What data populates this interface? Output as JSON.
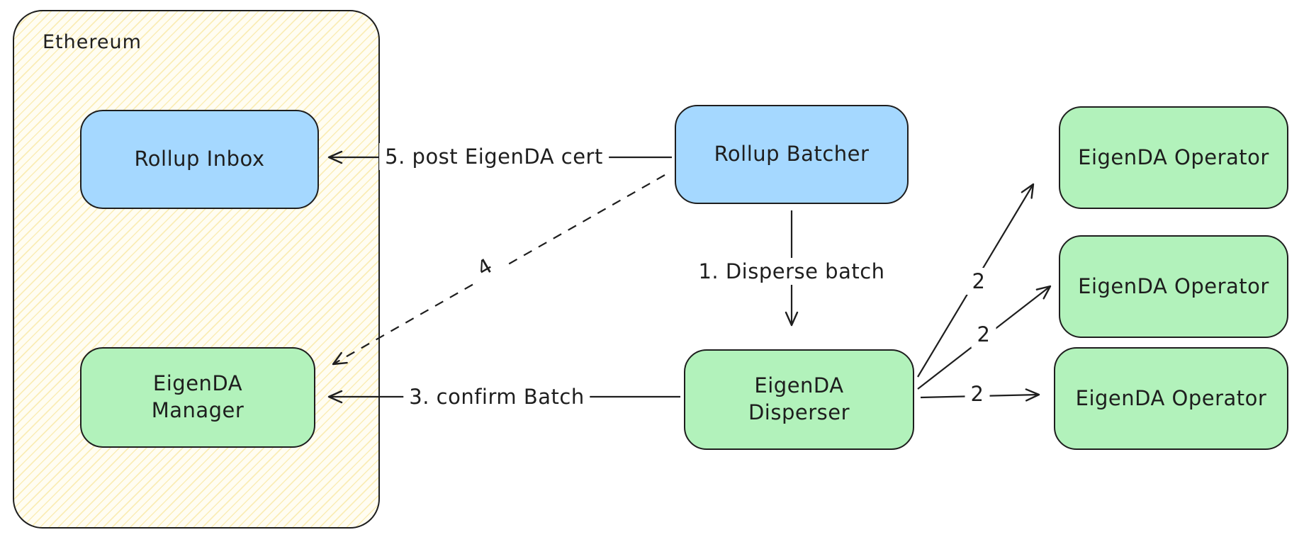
{
  "diagram": {
    "group": {
      "label": "Ethereum"
    },
    "nodes": {
      "rollup_inbox": {
        "label": "Rollup Inbox"
      },
      "eigenda_manager": {
        "label": "EigenDA\nManager"
      },
      "rollup_batcher": {
        "label": "Rollup Batcher"
      },
      "eigenda_disperser": {
        "label": "EigenDA\nDisperser"
      },
      "operator_1": {
        "label": "EigenDA Operator"
      },
      "operator_2": {
        "label": "EigenDA Operator"
      },
      "operator_3": {
        "label": "EigenDA Operator"
      }
    },
    "edges": {
      "post_cert": {
        "label": "5. post EigenDA cert"
      },
      "retrieve": {
        "label": "4"
      },
      "disperse_batch": {
        "label": "1. Disperse batch"
      },
      "confirm_batch": {
        "label": "3. confirm Batch"
      },
      "to_operator_1": {
        "label": "2"
      },
      "to_operator_2": {
        "label": "2"
      },
      "to_operator_3": {
        "label": "2"
      }
    },
    "colors": {
      "blue_fill": "#a5d8ff",
      "green_fill": "#b2f2bb",
      "container_fill": "#fffdf2",
      "hatch": "#f5da6e",
      "stroke": "#1e1e1e"
    }
  }
}
